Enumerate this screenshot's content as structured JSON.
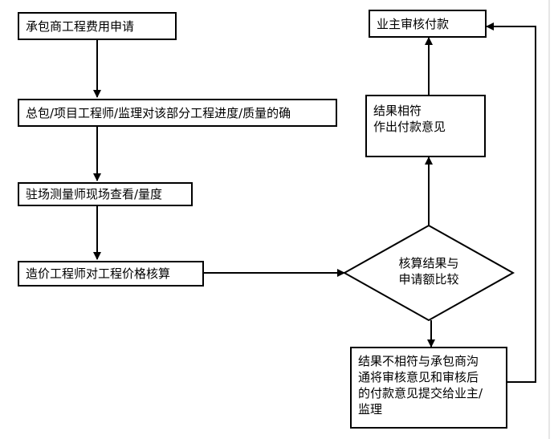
{
  "colors": {
    "line": "#000000",
    "box_fill": "#ffffff",
    "background": "#ffffff",
    "right_edge_line": "#cccccc"
  },
  "nodes": {
    "apply": "承包商工程费用申请",
    "confirm": "总包/项目工程师/监理对该部分工程进度/质量的确",
    "survey": "驻场测量师现场查看/量度",
    "cost_check": "造价工程师对工程价格核算",
    "compare": [
      "核算结果与",
      "申请额比较"
    ],
    "match": [
      "结果相符",
      "作出付款意见"
    ],
    "owner_review": "业主审核付款",
    "mismatch": [
      "结果不相符与承包商沟",
      "通将审核意见和审核后",
      "的付款意见提交给业主/",
      "监理"
    ]
  }
}
